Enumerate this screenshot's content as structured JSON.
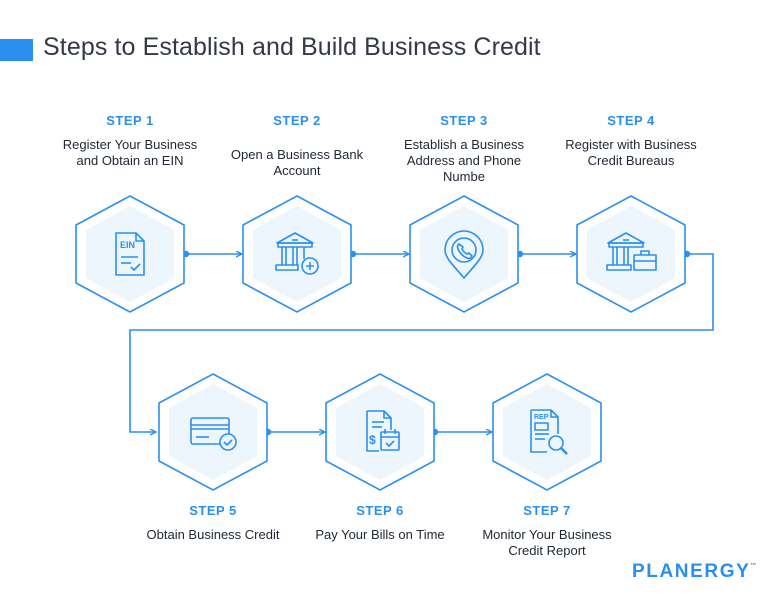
{
  "title": "Steps to Establish and Build Business Credit",
  "steps": [
    {
      "label": "STEP 1",
      "text": "Register Your Business and Obtain an EIN",
      "icon": "ein-document-icon"
    },
    {
      "label": "STEP 2",
      "text": "Open a Business Bank Account",
      "icon": "bank-plus-icon"
    },
    {
      "label": "STEP 3",
      "text": "Establish a Business Address and Phone Numbe",
      "icon": "phone-location-pin-icon"
    },
    {
      "label": "STEP 4",
      "text": "Register with Business Credit Bureaus",
      "icon": "bank-briefcase-icon"
    },
    {
      "label": "STEP 5",
      "text": "Obtain Business Credit",
      "icon": "credit-card-check-icon"
    },
    {
      "label": "STEP 6",
      "text": "Pay Your Bills on Time",
      "icon": "bill-calendar-icon"
    },
    {
      "label": "STEP 7",
      "text": "Monitor Your Business Credit Report",
      "icon": "report-magnifier-icon"
    }
  ],
  "icon_text": {
    "ein": "EIN",
    "rep": "REP"
  },
  "brand": {
    "name": "PLANERGY",
    "mark": "™"
  },
  "colors": {
    "accent": "#2b8ff0",
    "hex_fill": "#edf5fd",
    "hex_stroke": "#2b8ff0",
    "text": "#222933"
  }
}
